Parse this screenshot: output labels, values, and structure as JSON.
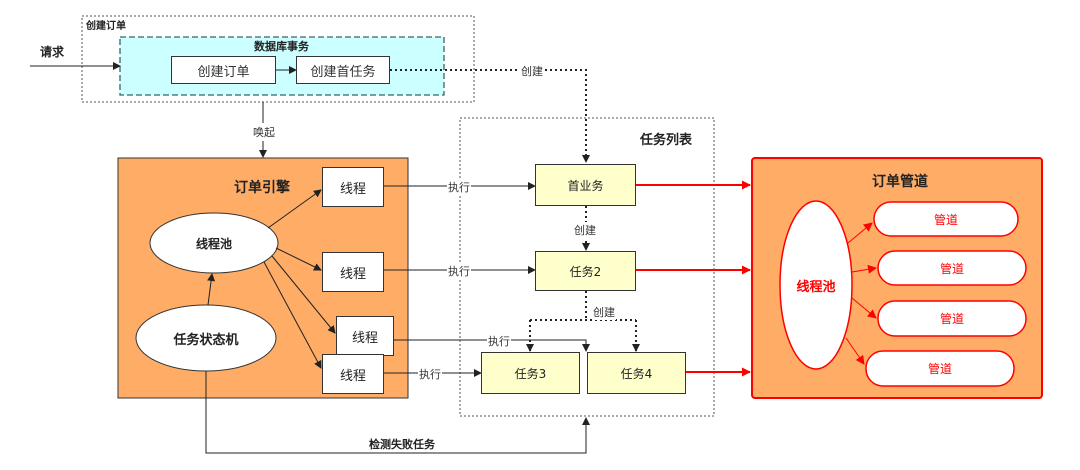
{
  "request": "请求",
  "create_order_frame": {
    "title": "创建订单"
  },
  "db_transaction": {
    "title": "数据库事务",
    "create_order": "创建订单",
    "create_first_task": "创建首任务"
  },
  "edge_labels": {
    "create_top": "创建",
    "wake_up": "唤起",
    "create_mid": "创建",
    "create_lower": "创建",
    "execute_1": "执行",
    "execute_2": "执行",
    "execute_3": "执行",
    "execute_4": "执行",
    "detect_failed": "检测失败任务"
  },
  "order_engine": {
    "title": "订单引擎",
    "thread_pool": "线程池",
    "state_machine": "任务状态机",
    "threads": [
      "线程",
      "线程",
      "线程",
      "线程"
    ]
  },
  "task_list": {
    "title": "任务列表",
    "first_task": "首业务",
    "task2": "任务2",
    "task3": "任务3",
    "task4": "任务4"
  },
  "order_pipeline": {
    "title": "订单管道",
    "thread_pool": "线程池",
    "pipes": [
      "管道",
      "管道",
      "管道",
      "管道"
    ]
  },
  "colors": {
    "orange_fill": "#ffad66",
    "cyan_fill": "#ccffff",
    "yellow_fill": "#ffffcc",
    "red": "#ff0000",
    "dark": "#333333"
  }
}
